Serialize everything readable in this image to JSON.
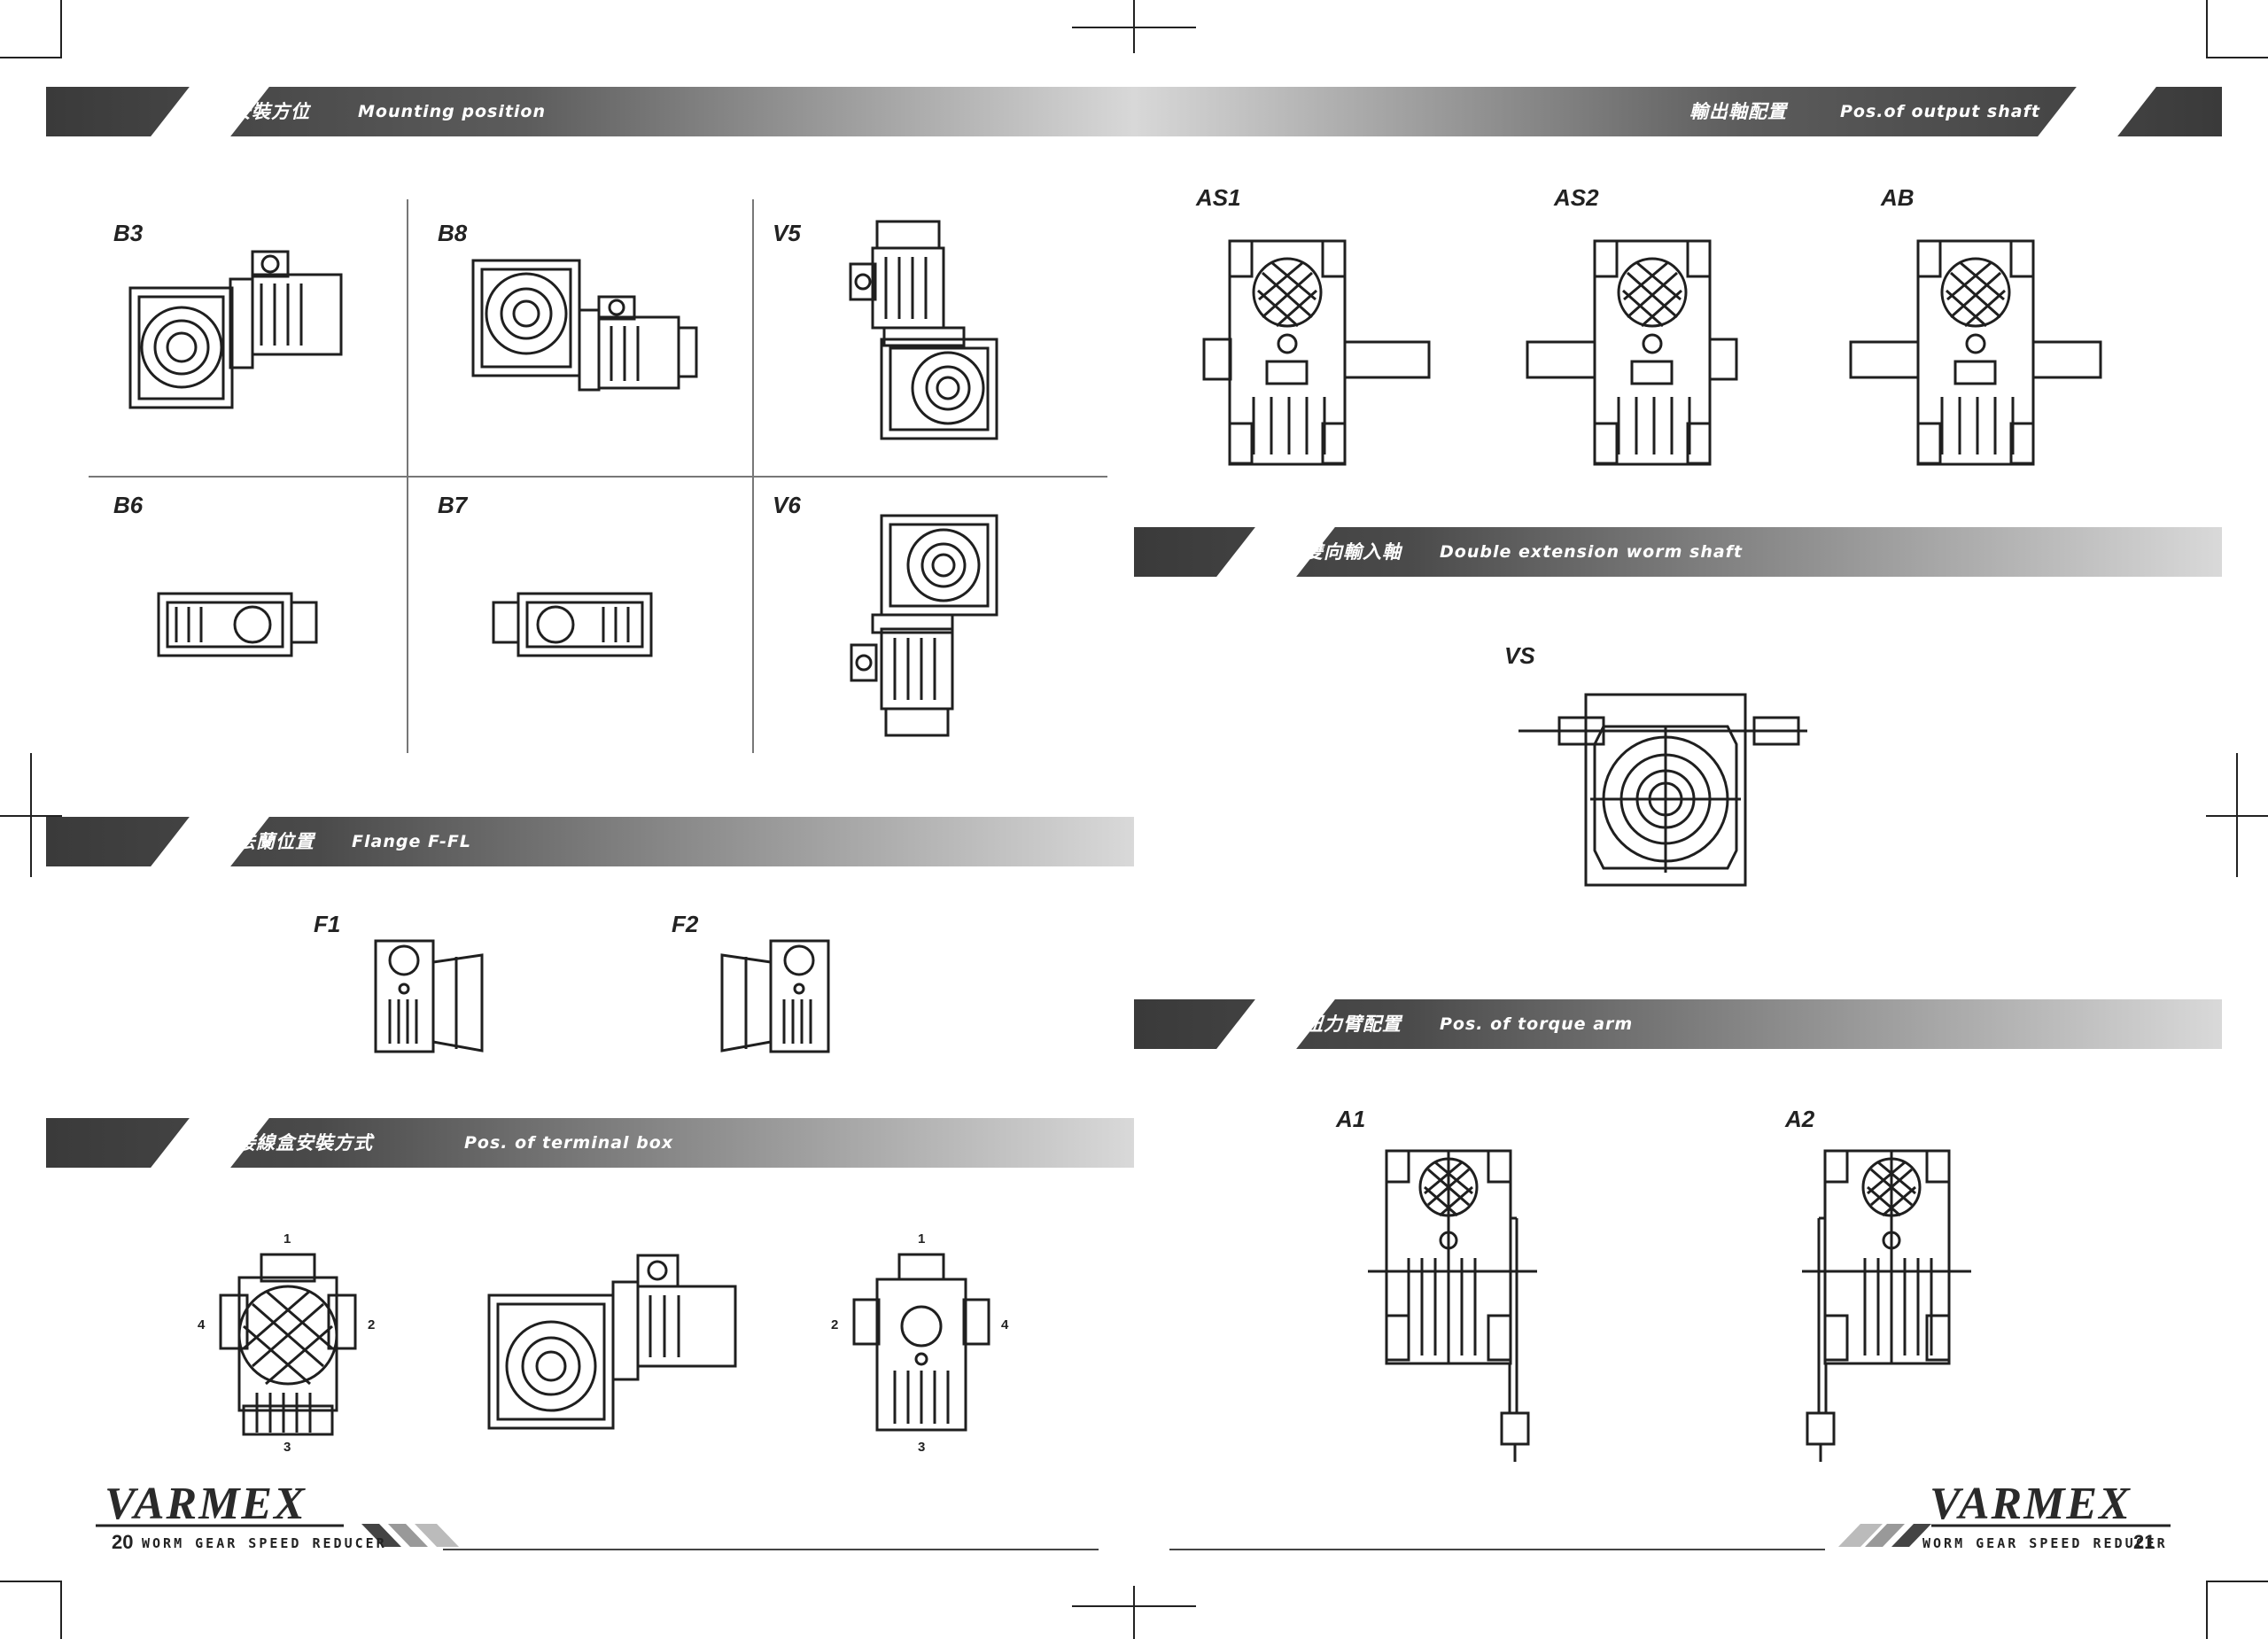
{
  "left_page": {
    "header": {
      "zh": "安裝方位",
      "en": "Mounting position"
    },
    "mounting_positions": [
      "B3",
      "B8",
      "V5",
      "B6",
      "B7",
      "V6"
    ],
    "flange": {
      "zh": "法蘭位置",
      "en": "Flange F-FL",
      "items": [
        "F1",
        "F2"
      ]
    },
    "terminal_box": {
      "zh": "接線盒安裝方式",
      "en": "Pos. of terminal box",
      "numbers_a": [
        "1",
        "2",
        "3",
        "4"
      ],
      "numbers_b": [
        "1",
        "2",
        "3",
        "4"
      ]
    },
    "footer": {
      "brand": "VARMEX",
      "page": "20",
      "text": "WORM GEAR SPEED REDUCER"
    }
  },
  "right_page": {
    "header": {
      "zh": "輸出軸配置",
      "en": "Pos.of output shaft"
    },
    "output_shaft": [
      "AS1",
      "AS2",
      "AB"
    ],
    "double_extension": {
      "zh": "雙向輸入軸",
      "en": "Double extension worm shaft",
      "item": "VS"
    },
    "torque_arm": {
      "zh": "扭力臂配置",
      "en": "Pos. of torque arm",
      "items": [
        "A1",
        "A2"
      ]
    },
    "footer": {
      "brand": "VARMEX",
      "page": "21",
      "text": "WORM GEAR SPEED REDUCER"
    }
  }
}
